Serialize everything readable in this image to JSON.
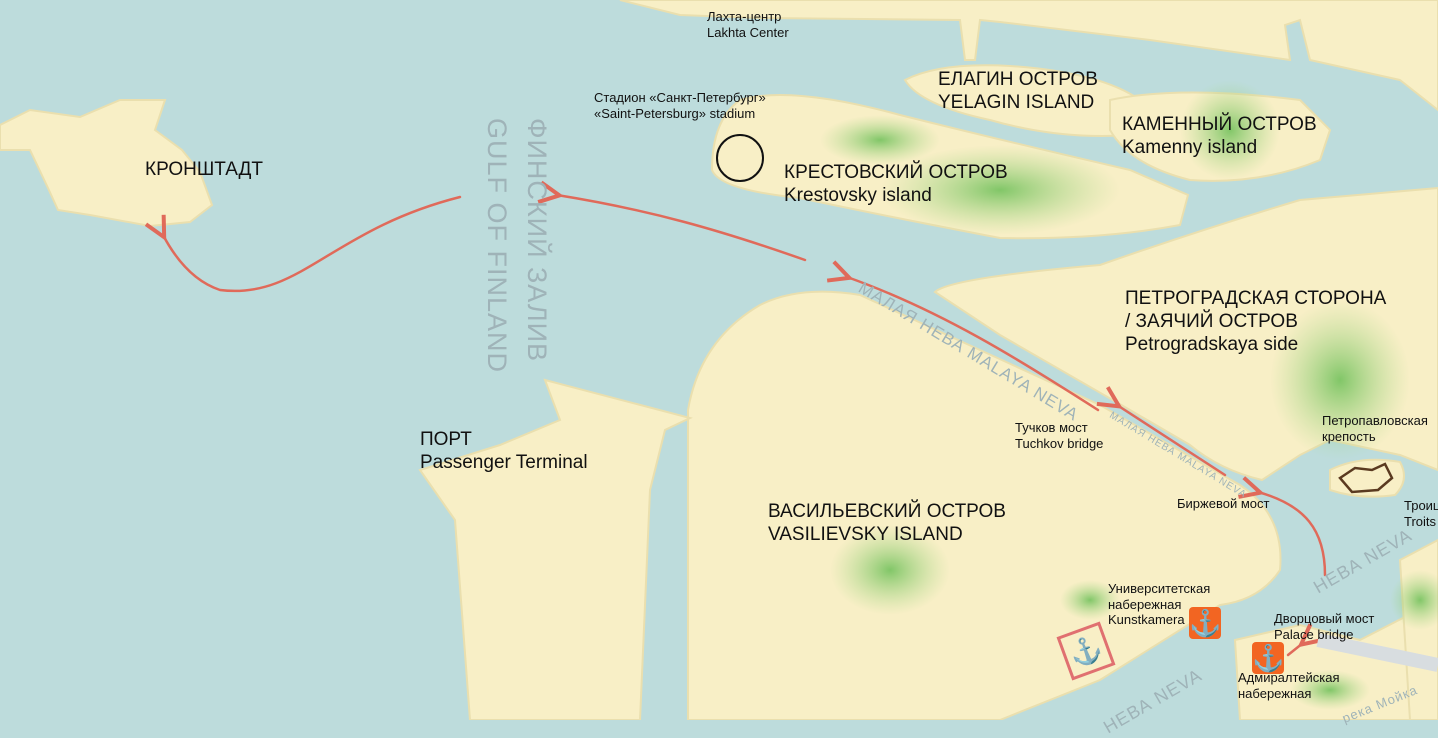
{
  "colors": {
    "water": "#bddcdc",
    "land": "#f8efc6",
    "park": "#7cc46a",
    "route": "#e06a5a",
    "anchor": "#f26522"
  },
  "labels": {
    "lakhta": {
      "ru": "Лахта-центр",
      "en": "Lakhta Center"
    },
    "stadium": {
      "ru": "Стадион «Санкт-Петербург»",
      "en": "«Saint-Petersburg» stadium"
    },
    "yelagin": {
      "ru": "ЕЛАГИН ОСТРОВ",
      "en": "YELAGIN ISLAND"
    },
    "kamenny": {
      "ru": "КАМЕННЫЙ ОСТРОВ",
      "en": "Kamenny island"
    },
    "krestovsky": {
      "ru": "КРЕСТОВСКИЙ ОСТРОВ",
      "en": "Krestovsky island"
    },
    "kronstadt": {
      "ru": "КРОНШТАДТ"
    },
    "petrogradskaya": {
      "ru1": "ПЕТРОГРАДСКАЯ СТОРОНА",
      "ru2": "/ ЗАЯЧИЙ ОСТРОВ",
      "en": "Petrogradskaya side"
    },
    "peterpaul": {
      "ru1": "Петропавловская",
      "ru2": "крепость"
    },
    "troitsky": {
      "ru": "Троиц",
      "en": "Troits"
    },
    "port": {
      "ru": "ПОРТ",
      "en": "Passenger Terminal"
    },
    "vasilievsky": {
      "ru": "ВАСИЛЬЕВСКИЙ ОСТРОВ",
      "en": "VASILIEVSKY ISLAND"
    },
    "tuchkov": {
      "ru": "Тучков мост",
      "en": "Tuchkov bridge"
    },
    "birzhevoy": {
      "ru": "Биржевой мост"
    },
    "university": {
      "ru1": "Университетская",
      "ru2": "набережная",
      "en": "Kunstkamera"
    },
    "palace": {
      "ru": "Дворцовый мост",
      "en": "Palace bridge"
    },
    "admiralty": {
      "ru1": "Адмиралтейская",
      "ru2": "набережная"
    }
  },
  "water_labels": {
    "gulf_ru": "ФИНСКИЙ ЗАЛИВ",
    "gulf_en": "GULF OF FINLAND",
    "malaya_neva": "МАЛАЯ НЕВА MALAYA NEVA",
    "malaya_neva2": "МАЛАЯ НЕВА MALAYA NEVA",
    "neva": "НЕВА NEVA",
    "neva2": "НЕВА NEVA",
    "moika": "река Мойка"
  },
  "icons": {
    "anchor": "⚓"
  }
}
